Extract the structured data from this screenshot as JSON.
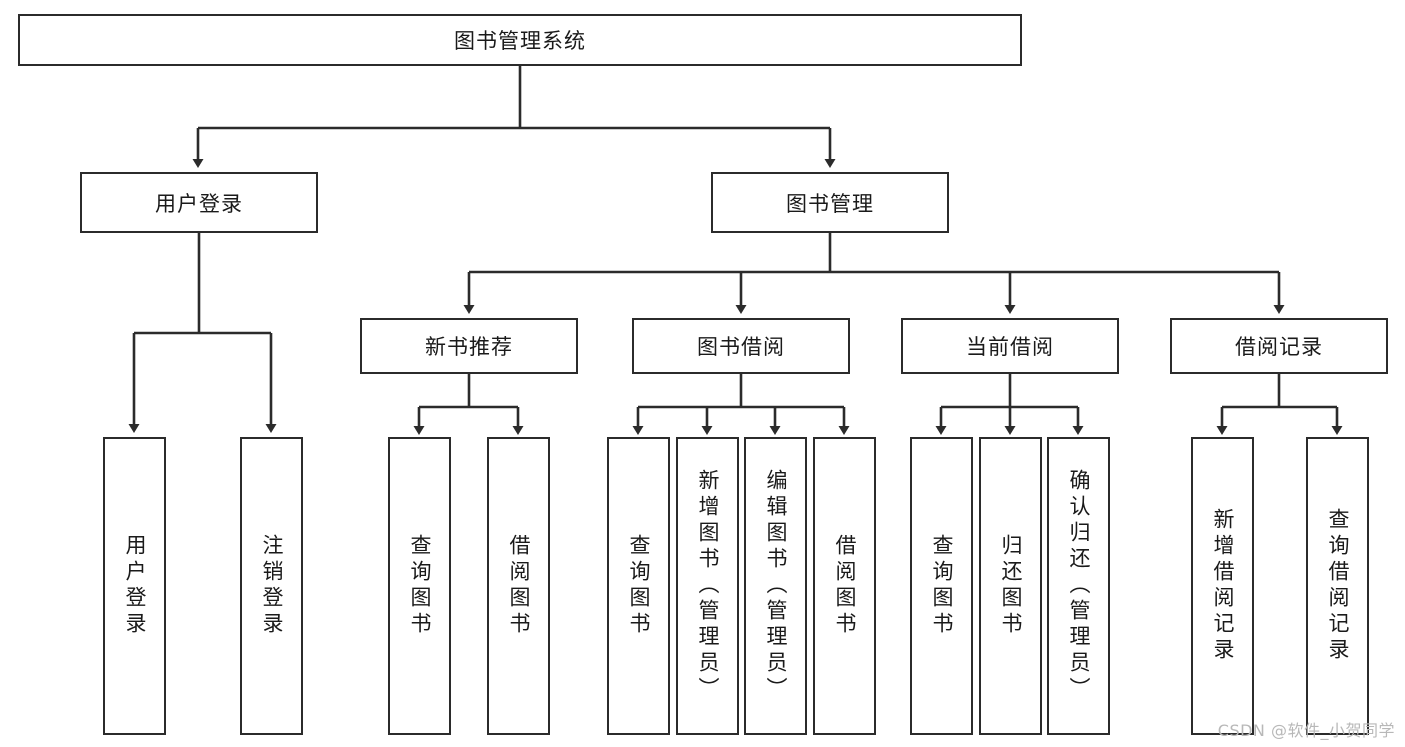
{
  "diagram": {
    "type": "tree-hierarchy",
    "title": "图书管理系统",
    "root": {
      "id": "root",
      "label": "图书管理系统",
      "orientation": "horizontal"
    },
    "level2": [
      {
        "id": "user-login",
        "label": "用户登录",
        "orientation": "horizontal"
      },
      {
        "id": "book-management",
        "label": "图书管理",
        "orientation": "horizontal"
      }
    ],
    "level3": [
      {
        "id": "new-book-recommend",
        "label": "新书推荐",
        "orientation": "horizontal",
        "parent": "book-management"
      },
      {
        "id": "book-borrow",
        "label": "图书借阅",
        "orientation": "horizontal",
        "parent": "book-management"
      },
      {
        "id": "current-borrow",
        "label": "当前借阅",
        "orientation": "horizontal",
        "parent": "book-management"
      },
      {
        "id": "borrow-record",
        "label": "借阅记录",
        "orientation": "horizontal",
        "parent": "book-management"
      }
    ],
    "leaves": [
      {
        "id": "leaf-user-login",
        "label": "用户登录",
        "parent": "user-login",
        "orientation": "vertical"
      },
      {
        "id": "leaf-user-logout",
        "label": "注销登录",
        "parent": "user-login",
        "orientation": "vertical"
      },
      {
        "id": "leaf-query-book-1",
        "label": "查询图书",
        "parent": "new-book-recommend",
        "orientation": "vertical"
      },
      {
        "id": "leaf-borrow-book-1",
        "label": "借阅图书",
        "parent": "new-book-recommend",
        "orientation": "vertical"
      },
      {
        "id": "leaf-query-book-2",
        "label": "查询图书",
        "parent": "book-borrow",
        "orientation": "vertical"
      },
      {
        "id": "leaf-add-book",
        "label": "新增图书（管理员）",
        "parent": "book-borrow",
        "orientation": "vertical"
      },
      {
        "id": "leaf-edit-book",
        "label": "编辑图书（管理员）",
        "parent": "book-borrow",
        "orientation": "vertical"
      },
      {
        "id": "leaf-borrow-book-2",
        "label": "借阅图书",
        "parent": "book-borrow",
        "orientation": "vertical"
      },
      {
        "id": "leaf-query-book-3",
        "label": "查询图书",
        "parent": "current-borrow",
        "orientation": "vertical"
      },
      {
        "id": "leaf-return-book",
        "label": "归还图书",
        "parent": "current-borrow",
        "orientation": "vertical"
      },
      {
        "id": "leaf-confirm-return",
        "label": "确认归还（管理员）",
        "parent": "current-borrow",
        "orientation": "vertical"
      },
      {
        "id": "leaf-add-record",
        "label": "新增借阅记录",
        "parent": "borrow-record",
        "orientation": "vertical"
      },
      {
        "id": "leaf-query-record",
        "label": "查询借阅记录",
        "parent": "borrow-record",
        "orientation": "vertical"
      }
    ]
  },
  "watermark": {
    "text": "CSDN @软件_小贺同学"
  },
  "colors": {
    "box_border": "#2b2b2b",
    "box_fill": "#ffffff",
    "connector": "#2b2b2b",
    "text": "#1a1a1a",
    "watermark": "#b8b8b8",
    "background": "#ffffff"
  }
}
